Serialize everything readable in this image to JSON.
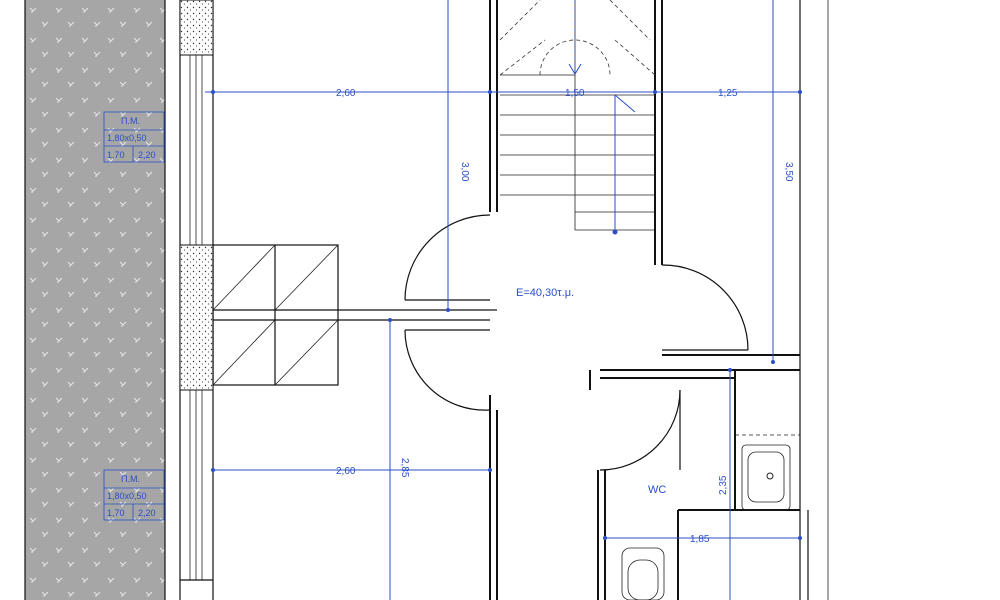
{
  "floor_area_label": "E=40,30τ.μ.",
  "room_wc_label": "WC",
  "dimensions": {
    "d_top_left": "2,60",
    "d_top_mid": "1,50",
    "d_top_right": "1,25",
    "d_stair_vert": "3,00",
    "d_right_vert": "3,50",
    "d_mid_left": "2,60",
    "d_mid_vert": "2,85",
    "d_wc_vert": "2,35",
    "d_bottom": "1,85"
  },
  "window_tags": [
    {
      "title": "Π.Μ.",
      "size": "1,80x0,50",
      "sill": "1,70",
      "head": "2,20"
    },
    {
      "title": "Π.Μ.",
      "size": "1,80x0,50",
      "sill": "1,70",
      "head": "2,20"
    }
  ],
  "colors": {
    "dimension": "#2a4fc9",
    "wall": "#111111",
    "hatch": "#a8a8a8"
  }
}
